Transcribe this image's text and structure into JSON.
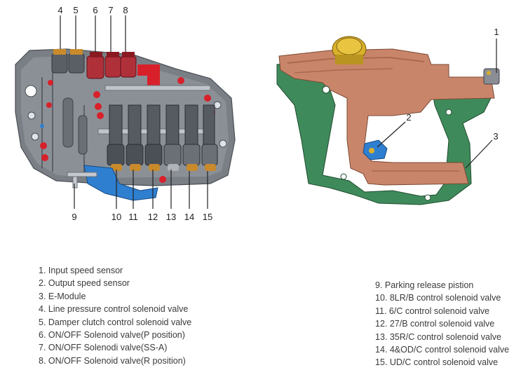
{
  "callouts": {
    "c1": "1",
    "c2": "2",
    "c3": "3",
    "c4": "4",
    "c5": "5",
    "c6": "6",
    "c7": "7",
    "c8": "8",
    "c9": "9",
    "c10": "10",
    "c11": "11",
    "c12": "12",
    "c13": "13",
    "c14": "14",
    "c15": "15"
  },
  "legend_left": [
    "1. Input speed sensor",
    "2. Output speed sensor",
    "3. E-Module",
    "4. Line pressure control solenoid valve",
    "5. Damper clutch control solenoid valve",
    "6. ON/OFF Solenoid valve(P position)",
    "7. ON/OFF Solenodi valve(SS-A)",
    "8. ON/OFF Solenoid valve(R position)"
  ],
  "legend_right": [
    "9. Parking release pistion",
    "10. 8LR/B control solenoid valve",
    "11. 6/C control solenoid valve",
    "12. 27/B control solenoid valve",
    "13. 35R/C control solenoid valve",
    "14. 4&OD/C control solenoid valve",
    "15. UD/C control solenoid valve"
  ],
  "colors": {
    "valve_body": "#6b7077",
    "valve_dark": "#3e4247",
    "red_plug": "#d8202a",
    "module_copper": "#c9856a",
    "module_green": "#3f8a5a",
    "sensor_blue": "#2f7fd0",
    "brass_tip": "#c98a2c"
  }
}
